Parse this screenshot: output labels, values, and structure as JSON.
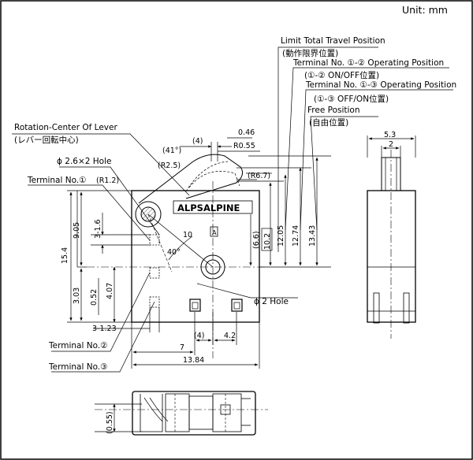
{
  "unit_label": "Unit: mm",
  "callouts": {
    "limit_travel": "Limit Total Travel Position",
    "limit_travel_jp": "(動作限界位置)",
    "t12_operating": "Terminal No. ①-② Operating Position",
    "t12_onoff": "(①-② ON/OFF位置)",
    "t13_operating": "Terminal No. ①-③ Operating Position",
    "t13_offon": "(①-③ OFF/ON位置)",
    "free_position": "Free Position",
    "free_position_jp": "(自由位置)",
    "rotation_center": "Rotation-Center Of Lever",
    "rotation_center_jp": "(レバー回転中心)",
    "hole_26": "ϕ 2.6×2 Hole",
    "terminal_1": "Terminal No.①",
    "terminal_2": "Terminal No.②",
    "terminal_3": "Terminal No.③",
    "hole_2": "ϕ 2 Hole"
  },
  "brand_text": "ALPSALPINE",
  "marker_a": "A",
  "dimensions": {
    "d046": "0.46",
    "d4_top": "(4)",
    "dR055": "R0.55",
    "d41deg": "(41°)",
    "dR25": "(R2.5)",
    "dR67": "(R6.7)",
    "dR12": "(R1.2)",
    "d10": "10",
    "d40deg": "40°",
    "d905": "9.05",
    "d3_16": "3-1.6",
    "d154": "15.4",
    "d303": "3.03",
    "d052": "0.52",
    "d407": "4.07",
    "d3_123": "3-1.23",
    "d66": "(6.6)",
    "d102": "10.2",
    "d1205": "12.05",
    "d1274": "12.74",
    "d1343": "13.43",
    "d4_bottom": "(4)",
    "d42": "4.2",
    "d7": "7",
    "d1384": "13.84",
    "d53": "5.3",
    "d2": "2",
    "d055": "(0.55)"
  }
}
